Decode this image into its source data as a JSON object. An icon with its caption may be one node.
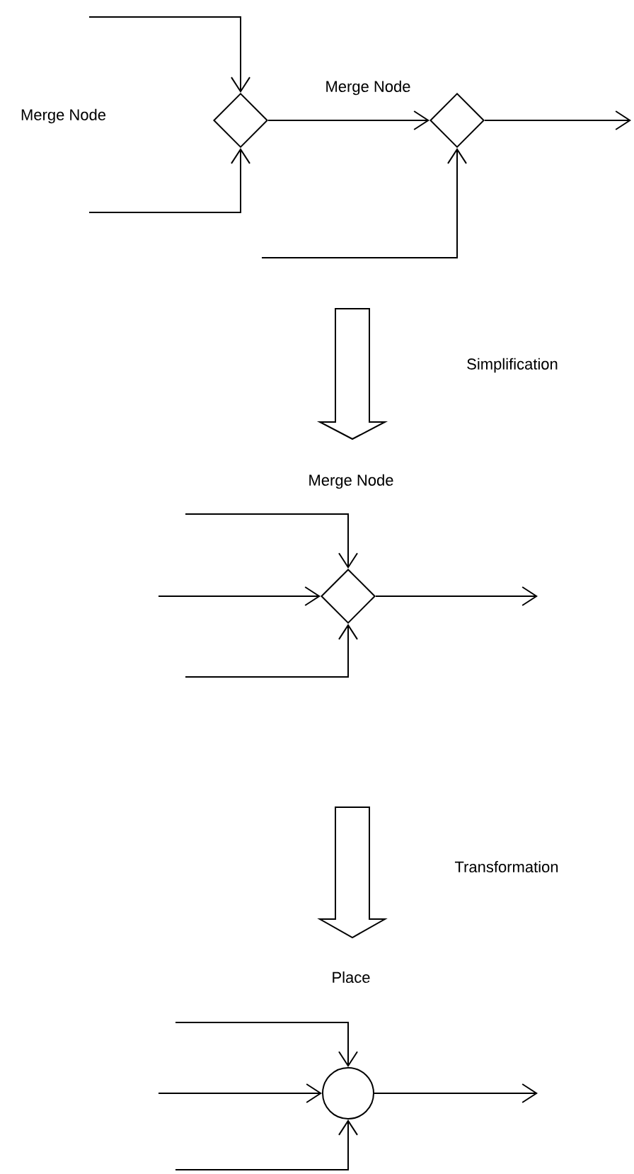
{
  "diagram": {
    "nodes": [
      {
        "text": [],
        "shape": "diamond"
      },
      {
        "text": [],
        "shape": "diamond",
        "beside": [
          "Merge Node"
        ]
      },
      {
        "text": [],
        "shape": "diamond"
      },
      {
        "text": [],
        "shape": "circle"
      }
    ],
    "edges": [
      {
        "from": null,
        "to": 0,
        "arrow": "to"
      },
      {
        "from": null,
        "to": 0,
        "arrow": "to"
      },
      {
        "from": 0,
        "to": 1,
        "arrow": "to"
      },
      {
        "from": null,
        "to": 1,
        "arrow": "to"
      },
      {
        "from": 1,
        "to": null,
        "arrow": "to"
      },
      {
        "from": null,
        "to": 2,
        "arrow": "to"
      },
      {
        "from": null,
        "to": 2,
        "arrow": "to"
      },
      {
        "from": null,
        "to": 2,
        "arrow": "to"
      },
      {
        "from": 2,
        "to": null,
        "arrow": "to"
      },
      {
        "from": null,
        "to": 3,
        "arrow": "to"
      },
      {
        "from": null,
        "to": 3,
        "arrow": "to"
      },
      {
        "from": null,
        "to": 3,
        "arrow": "to"
      },
      {
        "from": 3,
        "to": null,
        "arrow": "to"
      }
    ],
    "labels": [
      "Merge Node",
      "Simplification",
      "Merge Node",
      "Transformation",
      "Place"
    ]
  }
}
